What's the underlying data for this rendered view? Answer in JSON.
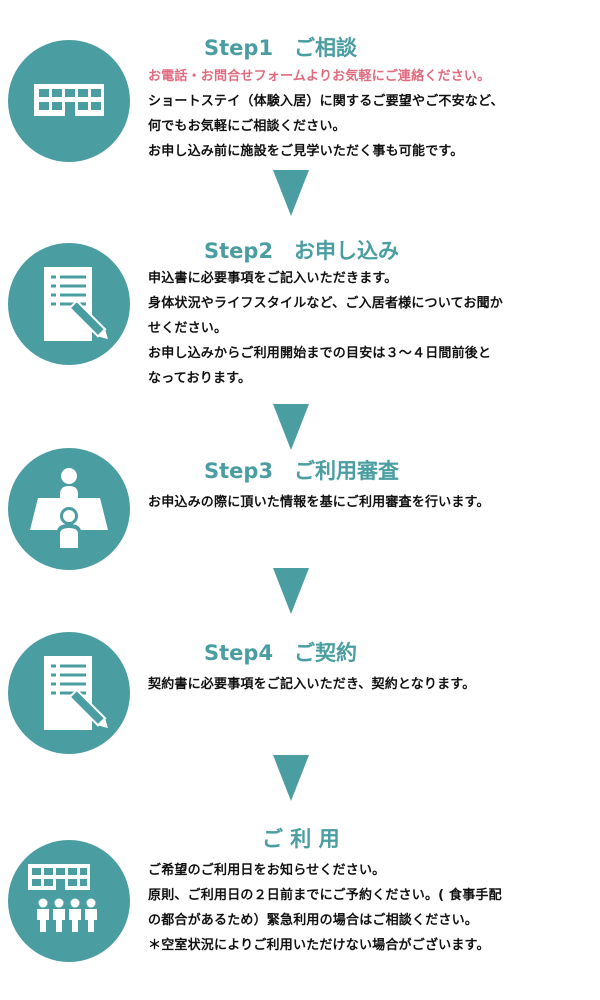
{
  "colors": {
    "accent": "#4a9ea1",
    "highlight": "#e06b7e",
    "text": "#111111"
  },
  "steps": [
    {
      "title": "Step1　ご相談",
      "icon": "building-icon",
      "lines": [
        "お電話・お問合せフォームよりお気軽にご連絡ください。",
        "ショートステイ（体験入居）に関するご要望やご不安など、",
        "何でもお気軽にご相談ください。",
        "お申し込み前に施設をご見学いただく事も可能です。"
      ]
    },
    {
      "title": "Step2　お申し込み",
      "icon": "document-pen-icon",
      "lines": [
        "申込書に必要事項をご記入いただきます。",
        "身体状況やライフスタイルなど、ご入居者様についてお聞か",
        "せください。",
        "お申し込みからご利用開始までの目安は３～４日間前後と",
        "なっております。"
      ]
    },
    {
      "title": "Step3　ご利用審査",
      "icon": "interview-icon",
      "lines": [
        "お申込みの際に頂いた情報を基にご利用審査を行います。"
      ]
    },
    {
      "title": "Step4　ご契約",
      "icon": "document-pen-icon",
      "lines": [
        "契約書に必要事項をご記入いただき、契約となります。"
      ]
    },
    {
      "title": "ご 利 用",
      "icon": "building-people-icon",
      "lines": [
        "ご希望のご利用日をお知らせください。",
        "原則、ご利用日の２日前までにご予約ください。( 食事手配",
        "の都合があるため）緊急利用の場合はご相談ください。",
        "＊空室状況によりご利用いただけない場合がございます。"
      ]
    }
  ]
}
